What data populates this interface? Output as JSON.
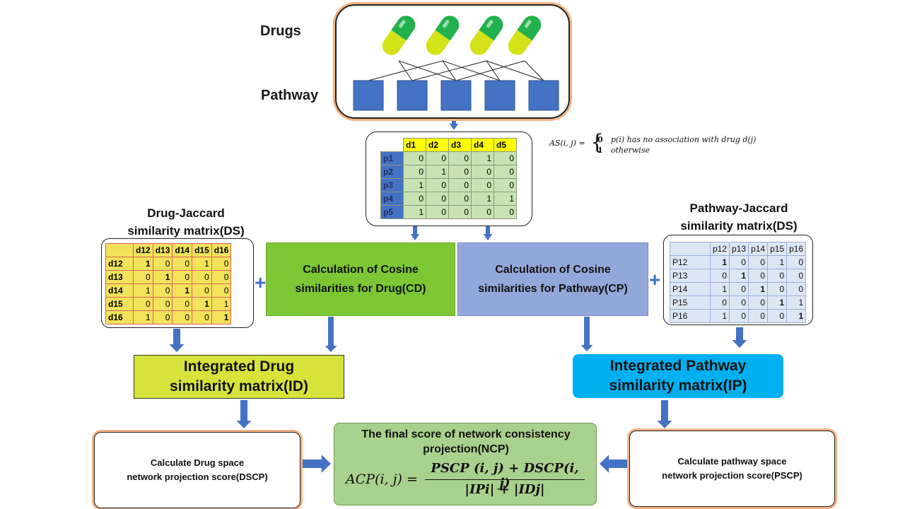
{
  "top": {
    "drugs_label": "Drugs",
    "pathway_label": "Pathway"
  },
  "assoc_matrix": {
    "cols": [
      "d1",
      "d2",
      "d3",
      "d4",
      "d5"
    ],
    "rows": [
      {
        "name": "p1",
        "values": [
          "0",
          "0",
          "0",
          "1",
          "0"
        ]
      },
      {
        "name": "p2",
        "values": [
          "0",
          "1",
          "0",
          "0",
          "0"
        ]
      },
      {
        "name": "p3",
        "values": [
          "1",
          "0",
          "0",
          "0",
          "0"
        ]
      },
      {
        "name": "p4",
        "values": [
          "0",
          "0",
          "0",
          "1",
          "1"
        ]
      },
      {
        "name": "p5",
        "values": [
          "1",
          "0",
          "0",
          "0",
          "0"
        ]
      }
    ]
  },
  "formula_as": {
    "lhs": "AS(i, j) =",
    "case1_val": "0",
    "case1_text": "p(i)  has no association with drug  d(j)",
    "case2_val": "1",
    "case2_text": "otherwise"
  },
  "drug_jaccard": {
    "title_line1": "Drug-Jaccard",
    "title_line2": "similarity matrix(DS)",
    "cols": [
      "d12",
      "d13",
      "d14",
      "d15",
      "d16"
    ],
    "rows": [
      {
        "name": "d12",
        "values": [
          "1",
          "0",
          "0",
          "1",
          "0"
        ]
      },
      {
        "name": "d13",
        "values": [
          "0",
          "1",
          "0",
          "0",
          "0"
        ]
      },
      {
        "name": "d14",
        "values": [
          "1",
          "0",
          "1",
          "0",
          "0"
        ]
      },
      {
        "name": "d15",
        "values": [
          "0",
          "0",
          "0",
          "1",
          "1"
        ]
      },
      {
        "name": "d16",
        "values": [
          "1",
          "0",
          "0",
          "0",
          "1"
        ]
      }
    ]
  },
  "pathway_jaccard": {
    "title_line1": "Pathway-Jaccard",
    "title_line2": "similarity matrix(DS)",
    "cols": [
      "p12",
      "p13",
      "p14",
      "p15",
      "p16"
    ],
    "rows": [
      {
        "name": "P12",
        "values": [
          "1",
          "0",
          "0",
          "1",
          "0"
        ]
      },
      {
        "name": "P13",
        "values": [
          "0",
          "1",
          "0",
          "0",
          "0"
        ]
      },
      {
        "name": "P14",
        "values": [
          "1",
          "0",
          "1",
          "0",
          "0"
        ]
      },
      {
        "name": "P15",
        "values": [
          "0",
          "0",
          "0",
          "1",
          "1"
        ]
      },
      {
        "name": "P16",
        "values": [
          "1",
          "0",
          "0",
          "0",
          "1"
        ]
      }
    ]
  },
  "cosine_drug": {
    "line1": "Calculation of Cosine",
    "line2": "similarities for Drug(CD)"
  },
  "cosine_pathway": {
    "line1": "Calculation of Cosine",
    "line2": "similarities for Pathway(CP)"
  },
  "integrated_drug": {
    "line1": "Integrated Drug",
    "line2": "similarity matrix(ID)"
  },
  "integrated_pathway": {
    "line1": "Integrated Pathway",
    "line2": "similarity matrix(IP)"
  },
  "dscp": {
    "line1": "Calculate  Drug space",
    "line2": "network projection score(DSCP)"
  },
  "pscp": {
    "line1": "Calculate pathway space",
    "line2": "network projection score(PSCP)"
  },
  "ncp": {
    "title_line1": "The final score of network consistency",
    "title_line2": "projection(NCP)",
    "formula_lhs": "ACP(i, j) =",
    "formula_num": "PSCP (i, j) + DSCP(i, j)",
    "formula_den": "|IPi| + |IDj|"
  },
  "plus_sign": "+",
  "colors": {
    "arrow": "#4472c4",
    "pathway_node": "#4472c4",
    "pill_top": "#22b14c",
    "pill_bottom": "#d4e21a",
    "cosine_drug": "#7cc733",
    "cosine_pathway": "#93a8da",
    "integrated_drug": "#d7e33a",
    "integrated_pathway": "#00b0f0",
    "ncp": "#a9d18e",
    "frame_glow": "#f4b183"
  }
}
